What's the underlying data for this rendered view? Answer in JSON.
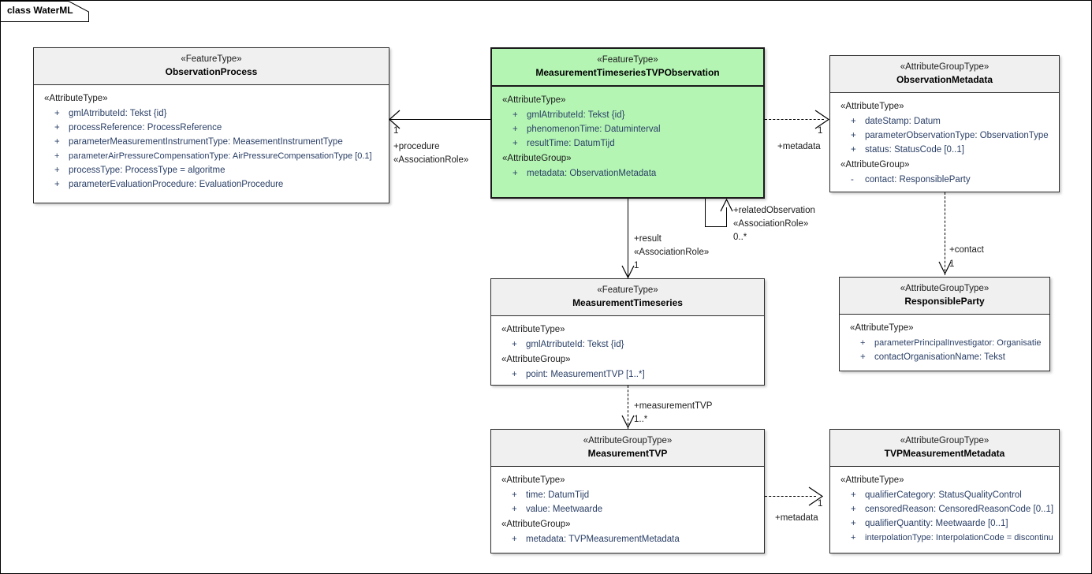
{
  "diagram": {
    "frame_label": "class WaterML",
    "accent_green": "#b4f5b4",
    "header_gray": "#f0f0f0",
    "attribute_text_color": "#2a3f66"
  },
  "classes": {
    "observation_process": {
      "stereotype": "«FeatureType»",
      "name": "ObservationProcess",
      "groups": [
        {
          "label": "«AttributeType»",
          "attributes": [
            {
              "vis": "+",
              "text": "gmlAtrributeId: Tekst {id}"
            },
            {
              "vis": "+",
              "text": "processReference: ProcessReference"
            },
            {
              "vis": "+",
              "text": "parameterMeasurementInstrumentType: MeasementInstrumentType"
            },
            {
              "vis": "+",
              "text": "parameterAirPressureCompensationType: AirPressureCompensationType [0.1]"
            },
            {
              "vis": "+",
              "text": "processType: ProcessType = algoritme"
            },
            {
              "vis": "+",
              "text": "parameterEvaluationProcedure: EvaluationProcedure"
            }
          ]
        }
      ]
    },
    "mts_tvp_observation": {
      "stereotype": "«FeatureType»",
      "name": "MeasurementTimeseriesTVPObservation",
      "groups": [
        {
          "label": "«AttributeType»",
          "attributes": [
            {
              "vis": "+",
              "text": "gmlAtrributeId: Tekst {id}"
            },
            {
              "vis": "+",
              "text": "phenomenonTime: Datuminterval"
            },
            {
              "vis": "+",
              "text": "resultTime: DatumTijd"
            }
          ]
        },
        {
          "label": "«AttributeGroup»",
          "attributes": [
            {
              "vis": "+",
              "text": "metadata: ObservationMetadata"
            }
          ]
        }
      ]
    },
    "observation_metadata": {
      "stereotype": "«AttributeGroupType»",
      "name": "ObservationMetadata",
      "groups": [
        {
          "label": "«AttributeType»",
          "attributes": [
            {
              "vis": "+",
              "text": "dateStamp: Datum"
            },
            {
              "vis": "+",
              "text": "parameterObservationType: ObservationType"
            },
            {
              "vis": "+",
              "text": "status: StatusCode [0..1]"
            }
          ]
        },
        {
          "label": "«AttributeGroup»",
          "attributes": [
            {
              "vis": "-",
              "text": "contact: ResponsibleParty"
            }
          ]
        }
      ]
    },
    "measurement_timeseries": {
      "stereotype": "«FeatureType»",
      "name": "MeasurementTimeseries",
      "groups": [
        {
          "label": "«AttributeType»",
          "attributes": [
            {
              "vis": "+",
              "text": "gmlAtrributeId: Tekst {id}"
            }
          ]
        },
        {
          "label": "«AttributeGroup»",
          "attributes": [
            {
              "vis": "+",
              "text": "point: MeasurementTVP [1..*]"
            }
          ]
        }
      ]
    },
    "responsible_party": {
      "stereotype": "«AttributeGroupType»",
      "name": "ResponsibleParty",
      "groups": [
        {
          "label": "«AttributeType»",
          "attributes": [
            {
              "vis": "+",
              "text": "parameterPrincipalInvestigator: Organisatie"
            },
            {
              "vis": "+",
              "text": "contactOrganisationName: Tekst"
            }
          ]
        }
      ]
    },
    "measurement_tvp": {
      "stereotype": "«AttributeGroupType»",
      "name": "MeasurementTVP",
      "groups": [
        {
          "label": "«AttributeType»",
          "attributes": [
            {
              "vis": "+",
              "text": "time: DatumTijd"
            },
            {
              "vis": "+",
              "text": "value: Meetwaarde"
            }
          ]
        },
        {
          "label": "«AttributeGroup»",
          "attributes": [
            {
              "vis": "+",
              "text": "metadata: TVPMeasurementMetadata"
            }
          ]
        }
      ]
    },
    "tvp_measurement_metadata": {
      "stereotype": "«AttributeGroupType»",
      "name": "TVPMeasurementMetadata",
      "groups": [
        {
          "label": "«AttributeType»",
          "attributes": [
            {
              "vis": "+",
              "text": "qualifierCategory: StatusQualityControl"
            },
            {
              "vis": "+",
              "text": "censoredReason: CensoredReasonCode [0..1]"
            },
            {
              "vis": "+",
              "text": "qualifierQuantity: Meetwaarde [0..1]"
            },
            {
              "vis": "+",
              "text": "interpolationType: InterpolationCode = discontinu"
            }
          ]
        }
      ]
    }
  },
  "connectors": {
    "procedure": {
      "role": "+procedure",
      "stereotype": "«AssociationRole»",
      "multiplicity": "1"
    },
    "metadata_observation": {
      "role": "+metadata",
      "multiplicity": "1"
    },
    "related_observation": {
      "role": "+relatedObservation",
      "stereotype": "«AssociationRole»",
      "multiplicity": "0..*"
    },
    "result": {
      "role": "+result",
      "stereotype": "«AssociationRole»",
      "multiplicity": "1"
    },
    "contact": {
      "role": "+contact",
      "multiplicity": "1"
    },
    "measurement_tvp": {
      "role": "+measurementTVP",
      "multiplicity": "1..*"
    },
    "metadata_tvp": {
      "role": "+metadata",
      "multiplicity": "1"
    }
  }
}
